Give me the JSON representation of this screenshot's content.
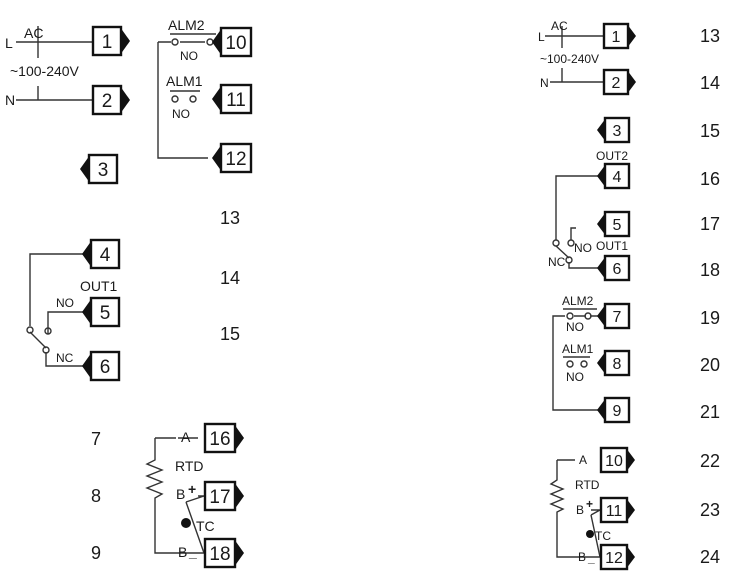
{
  "left": {
    "power": {
      "ac": "AC",
      "l": "L",
      "n": "N",
      "voltage": "~100-240V"
    },
    "alarms": {
      "alm2": "ALM2",
      "alm1": "ALM1",
      "no_a": "NO",
      "no_b": "NO"
    },
    "out1": {
      "title": "OUT1",
      "no": "NO",
      "nc": "NC"
    },
    "sensor": {
      "a": "A",
      "rtd": "RTD",
      "b_plus": "B",
      "plus_sign": "+",
      "b_minus": "B",
      "minus_sign": "_",
      "tc": "TC"
    },
    "terminals": [
      "1",
      "2",
      "3",
      "4",
      "5",
      "6",
      "10",
      "11",
      "12",
      "16",
      "17",
      "18"
    ],
    "side_numbers": [
      "13",
      "14",
      "15"
    ],
    "bottom_numbers": [
      "7",
      "8",
      "9"
    ]
  },
  "right": {
    "power": {
      "ac": "AC",
      "l": "L",
      "n": "N",
      "voltage": "~100-240V"
    },
    "out2": "OUT2",
    "out1": {
      "title": "OUT1",
      "no": "NO",
      "nc": "NC"
    },
    "alarms": {
      "alm2": "ALM2",
      "alm1": "ALM1",
      "no_a": "NO",
      "no_b": "NO"
    },
    "sensor": {
      "a": "A",
      "rtd": "RTD",
      "b_plus": "B",
      "plus_sign": "+",
      "b_minus": "B",
      "minus_sign": "_",
      "tc": "TC"
    },
    "terminals": [
      "1",
      "2",
      "3",
      "4",
      "5",
      "6",
      "7",
      "8",
      "9",
      "10",
      "11",
      "12"
    ],
    "side_numbers": [
      "13",
      "14",
      "15",
      "16",
      "17",
      "18",
      "19",
      "20",
      "21",
      "22",
      "23",
      "24"
    ]
  }
}
